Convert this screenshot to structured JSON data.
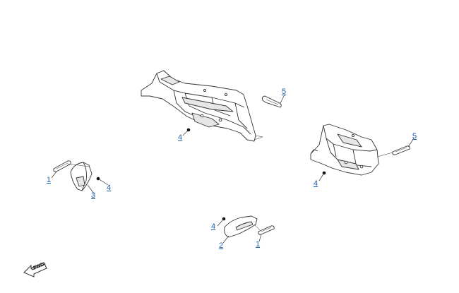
{
  "diagram": {
    "callouts": [
      {
        "id": "c5a",
        "label": "5"
      },
      {
        "id": "c4a",
        "label": "4"
      },
      {
        "id": "c5b",
        "label": "5"
      },
      {
        "id": "c4b",
        "label": "4"
      },
      {
        "id": "c1a",
        "label": "1"
      },
      {
        "id": "c4c",
        "label": "4"
      },
      {
        "id": "c3",
        "label": "3"
      },
      {
        "id": "c4d",
        "label": "4"
      },
      {
        "id": "c2",
        "label": "2"
      },
      {
        "id": "c1b",
        "label": "1"
      }
    ],
    "direction_label": "FWD",
    "colors": {
      "callout": "#1f5fa8",
      "line": "#333333",
      "part_fill": "#ffffff",
      "part_shade": "#e6e6e6"
    }
  }
}
